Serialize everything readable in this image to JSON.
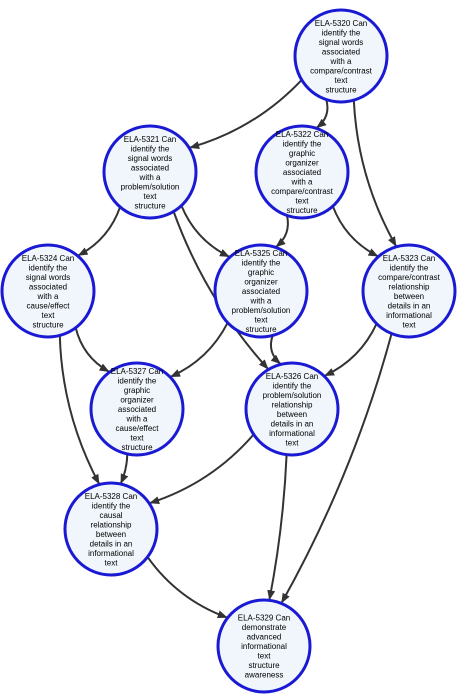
{
  "nodes": [
    {
      "id": "ELA-5320",
      "lines": [
        "ELA-5320 Can",
        "identify the",
        "signal words",
        "associated",
        "with a",
        "compare/contrast",
        "text",
        "structure"
      ]
    },
    {
      "id": "ELA-5321",
      "lines": [
        "ELA-5321 Can",
        "identify the",
        "signal words",
        "associated",
        "with a",
        "problem/solution",
        "text",
        "structure"
      ]
    },
    {
      "id": "ELA-5322",
      "lines": [
        "ELA-5322 Can",
        "identify the",
        "graphic",
        "organizer",
        "associated",
        "with a",
        "compare/contrast",
        "text",
        "structure"
      ]
    },
    {
      "id": "ELA-5324",
      "lines": [
        "ELA-5324 Can",
        "identify the",
        "signal words",
        "associated",
        "with a",
        "cause/effect",
        "text",
        "structure"
      ]
    },
    {
      "id": "ELA-5325",
      "lines": [
        "ELA-5325 Can",
        "identify the",
        "graphic",
        "organizer",
        "associated",
        "with a",
        "problem/solution",
        "text",
        "structure"
      ]
    },
    {
      "id": "ELA-5323",
      "lines": [
        "ELA-5323 Can",
        "identify the",
        "compare/contrast",
        "relationship",
        "between",
        "details in an",
        "informational",
        "text"
      ]
    },
    {
      "id": "ELA-5327",
      "lines": [
        "ELA-5327 Can",
        "identify the",
        "graphic",
        "organizer",
        "associated",
        "with a",
        "cause/effect",
        "text",
        "structure"
      ]
    },
    {
      "id": "ELA-5326",
      "lines": [
        "ELA-5326 Can",
        "identify the",
        "problem/solution",
        "relationship",
        "between",
        "details in an",
        "informational",
        "text"
      ]
    },
    {
      "id": "ELA-5328",
      "lines": [
        "ELA-5328 Can",
        "identify the",
        "causal",
        "relationship",
        "between",
        "details in an",
        "informational",
        "text"
      ]
    },
    {
      "id": "ELA-5329",
      "lines": [
        "ELA-5329 Can",
        "demonstrate",
        "advanced",
        "informational",
        "text",
        "structure",
        "awareness"
      ]
    }
  ],
  "edges": [
    [
      "ELA-5320",
      "ELA-5321"
    ],
    [
      "ELA-5320",
      "ELA-5322"
    ],
    [
      "ELA-5320",
      "ELA-5323"
    ],
    [
      "ELA-5321",
      "ELA-5324"
    ],
    [
      "ELA-5321",
      "ELA-5325"
    ],
    [
      "ELA-5321",
      "ELA-5326"
    ],
    [
      "ELA-5322",
      "ELA-5325"
    ],
    [
      "ELA-5322",
      "ELA-5323"
    ],
    [
      "ELA-5324",
      "ELA-5327"
    ],
    [
      "ELA-5324",
      "ELA-5328"
    ],
    [
      "ELA-5325",
      "ELA-5327"
    ],
    [
      "ELA-5325",
      "ELA-5326"
    ],
    [
      "ELA-5323",
      "ELA-5326"
    ],
    [
      "ELA-5323",
      "ELA-5329"
    ],
    [
      "ELA-5327",
      "ELA-5328"
    ],
    [
      "ELA-5326",
      "ELA-5328"
    ],
    [
      "ELA-5326",
      "ELA-5329"
    ],
    [
      "ELA-5328",
      "ELA-5329"
    ]
  ],
  "colors": {
    "node_fill": "#f0f6fc",
    "node_stroke": "#1a1ad4",
    "edge": "#333333",
    "text": "#000000"
  }
}
